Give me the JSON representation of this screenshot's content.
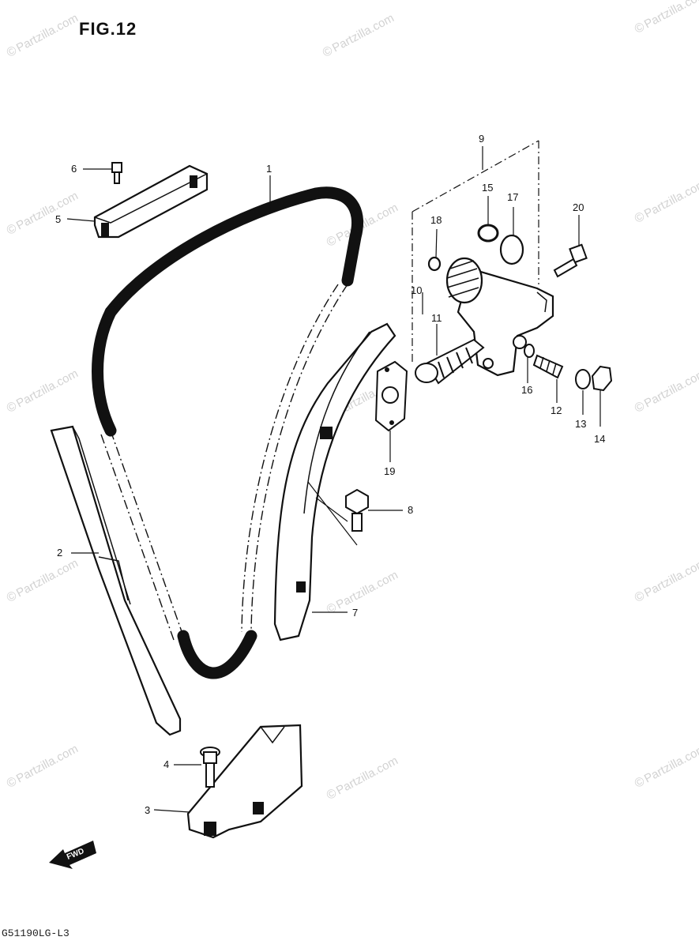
{
  "figure": {
    "title": "FIG.12",
    "footer_code": "G51190LG-L3"
  },
  "watermark": {
    "symbol": "©",
    "text": "Partzilla.com"
  },
  "callouts": [
    "1",
    "2",
    "3",
    "4",
    "5",
    "6",
    "7",
    "8",
    "9",
    "10",
    "11",
    "12",
    "13",
    "14",
    "15",
    "16",
    "17",
    "18",
    "19",
    "20"
  ],
  "forward_arrow": {
    "label": "FWD"
  },
  "colors": {
    "ink": "#111111",
    "watermark": "#d2d2d2",
    "paper": "#ffffff"
  }
}
